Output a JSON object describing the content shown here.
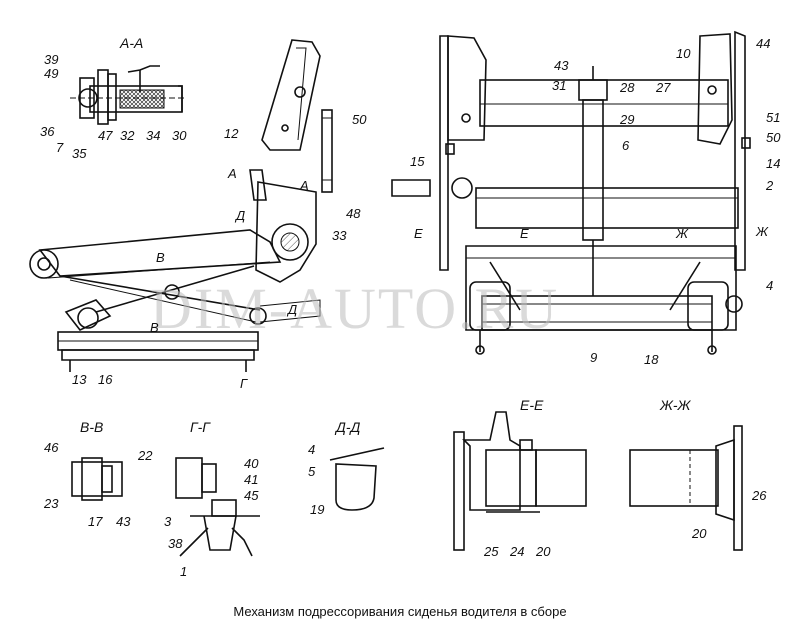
{
  "caption": "Механизм подрессоривания сиденья водителя в сборе",
  "watermark": "DIM-AUTO.RU",
  "section_titles": {
    "aa": "А-А",
    "vv": "В-В",
    "gg": "Г-Г",
    "dd": "Д-Д",
    "ee": "Е-Е",
    "zhzh": "Ж-Ж"
  },
  "cut_marks": {
    "a_left": "А",
    "a_right": "А",
    "d": "Д",
    "d2": "Д",
    "b_top": "В",
    "b_bottom": "В",
    "g": "Г",
    "e_left": "Е",
    "e_right": "Е",
    "zh_left": "Ж",
    "zh_right": "Ж"
  },
  "callouts": {
    "aa": [
      "39",
      "49",
      "36",
      "7",
      "35",
      "47",
      "32",
      "34",
      "30"
    ],
    "side": [
      "12",
      "50",
      "48",
      "33",
      "13",
      "16"
    ],
    "front": [
      "43",
      "31",
      "28",
      "27",
      "10",
      "44",
      "29",
      "6",
      "15",
      "51",
      "50",
      "14",
      "2",
      "4",
      "9",
      "18"
    ],
    "vv": [
      "46",
      "23",
      "17",
      "43",
      "22"
    ],
    "gg": [
      "40",
      "41",
      "45",
      "3",
      "38",
      "1"
    ],
    "dd": [
      "4",
      "5",
      "19"
    ],
    "ee": [
      "25",
      "24",
      "20"
    ],
    "zhzh": [
      "26",
      "20"
    ]
  }
}
